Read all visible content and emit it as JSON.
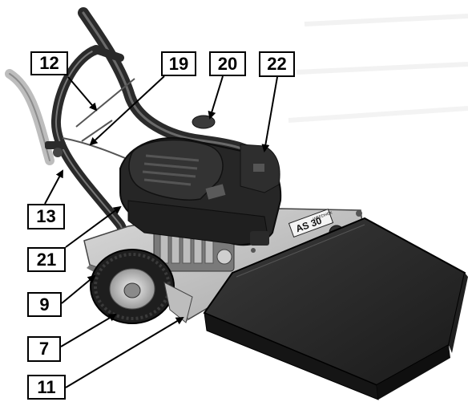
{
  "callouts": {
    "c12": "12",
    "c19": "19",
    "c20": "20",
    "c22": "22",
    "c13": "13",
    "c21": "21",
    "c9": "9",
    "c7": "7",
    "c11": "11"
  },
  "decal": {
    "model": "AS 30",
    "brand": "WEEDHEX"
  }
}
